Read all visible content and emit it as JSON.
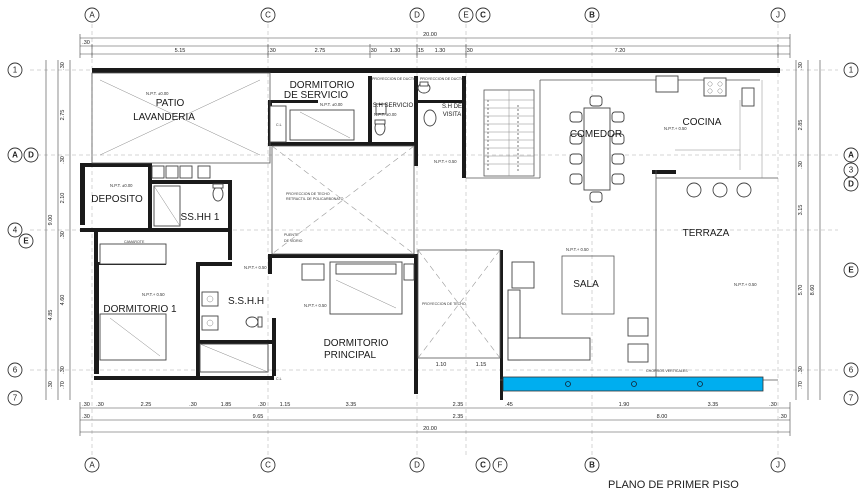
{
  "title": "PLANO DE PRIMER PISO",
  "rooms": {
    "patio": "PATIO",
    "lavanderia": "LAVANDERIA",
    "dorm_servicio_1": "DORMITORIO",
    "dorm_servicio_2": "DE SERVICIO",
    "sh_servicio": "S.H SERVICIO",
    "sh_visita_1": "S.H DE",
    "sh_visita_2": "VISITA",
    "comedor": "COMEDOR",
    "cocina": "COCINA",
    "deposito": "DEPOSITO",
    "sshh1": "SS.HH 1",
    "terraza": "TERRAZA",
    "dormitorio1": "DORMITORIO 1",
    "sshh": "S.S.H.H",
    "sala": "SALA",
    "dorm_principal_1": "DORMITORIO",
    "dorm_principal_2": "PRINCIPAL"
  },
  "labels": {
    "camarote": "CAMAROTE",
    "cl_servicio": "C.L",
    "cl_principal": "C.L",
    "proy_techo_1": "PROYECCION DE TECHO",
    "proy_techo_2": "RETRACTIL DE POLICARBONATO",
    "puente_1": "PUENTE",
    "puente_2": "DE VIDRIO",
    "proy_techo_3": "PROYECCION DE TECHO",
    "chorros": "CHORROS VERTICALES",
    "proy_ducto_1": "PROYECCION DE DUCTO",
    "proy_ducto_2": "PROYECCION DE DUCTO"
  },
  "npt": {
    "patio": "N.P.T. ±0.00",
    "deposito": "N.P.T. ±0.00",
    "servicio": "N.P.T. ±0.00",
    "sh_servicio": "N.P.T. ±0.00",
    "pasillo": "N.P.T.+ 0.50",
    "cocina": "N.P.T.+ 0.50",
    "hall": "N.P.T.+ 0.50",
    "dorm1": "N.P.T.+ 0.50",
    "sshh": "N.P.T.+ 0.50",
    "sala": "N.P.T.+ 0.50",
    "terraza": "N.P.T.+ 0.50"
  },
  "grid": {
    "top": [
      "A",
      "C",
      "D",
      "E",
      "C",
      "B",
      "J"
    ],
    "bottom": [
      "A",
      "C",
      "D",
      "C",
      "F",
      "B",
      "J"
    ],
    "left": [
      "1",
      "A",
      "D",
      "4",
      "E",
      "6",
      "7"
    ],
    "right": [
      "1",
      "A",
      "3",
      "D",
      "E",
      "6",
      "7"
    ]
  },
  "dims_top_total": "20.00",
  "dims_top": [
    "5.15",
    "2.75",
    "1.30",
    "1.30",
    "7.20"
  ],
  "dims_top_small": [
    ".30",
    ".30",
    ".30",
    ".15",
    ".30"
  ],
  "dims_bottom_1": [
    ".30",
    ".30",
    "2.25",
    ".30",
    "1.85",
    ".30",
    "1.15",
    "3.35",
    "2.35",
    ".45",
    "1.90",
    "3.35",
    ".30"
  ],
  "dims_bottom_2": [
    ".30",
    "9.65",
    "2.35",
    "8.00",
    ".30"
  ],
  "dims_bottom_total": "20.00",
  "dims_left": [
    ".30",
    "2.75",
    ".30",
    "2.10",
    "9.00",
    ".30",
    "4.60",
    "4.85",
    ".30",
    ".70",
    ".30"
  ],
  "dims_right": [
    ".30",
    "2.85",
    ".30",
    "3.15",
    "5.70",
    "8.60",
    ".30",
    ".70"
  ],
  "dims_inner": [
    "1.10",
    "1.15"
  ],
  "icon_names": [
    "staircase-icon",
    "dining-table-icon",
    "bed-icon",
    "sofa-icon",
    "toilet-icon",
    "sink-icon",
    "stove-icon",
    "bar-stool-icon",
    "pool-icon"
  ]
}
